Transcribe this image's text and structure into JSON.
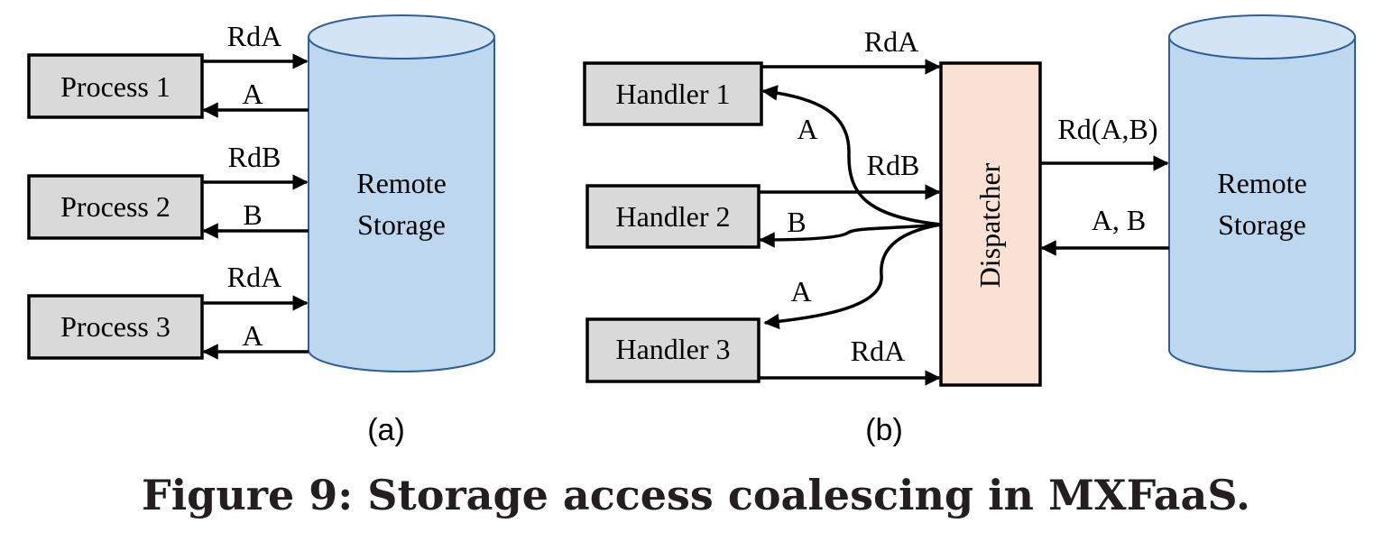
{
  "panel_a": {
    "processes": [
      "Process 1",
      "Process 2",
      "Process 3"
    ],
    "requests": [
      "RdA",
      "RdB",
      "RdA"
    ],
    "responses": [
      "A",
      "B",
      "A"
    ],
    "storage_line1": "Remote",
    "storage_line2": "Storage",
    "label": "(a)"
  },
  "panel_b": {
    "handlers": [
      "Handler 1",
      "Handler 2",
      "Handler 3"
    ],
    "requests": [
      "RdA",
      "RdB",
      "RdA"
    ],
    "responses": [
      "A",
      "B",
      "A"
    ],
    "dispatcher": "Dispatcher",
    "coalesced_request": "Rd(A,B)",
    "coalesced_response": "A, B",
    "storage_line1": "Remote",
    "storage_line2": "Storage",
    "label": "(b)"
  },
  "caption": "Figure 9: Storage access coalescing in MXFaaS.",
  "colors": {
    "box_fill": "#d9d9d9",
    "storage_fill": "#bdd7ee",
    "storage_stroke": "#2e5e9c",
    "dispatcher_fill": "#f9e1d3"
  }
}
